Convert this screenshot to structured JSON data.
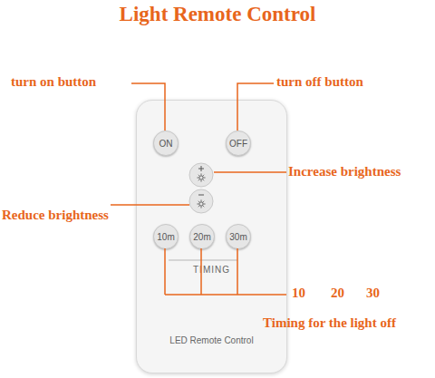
{
  "diagram": {
    "title": "Light Remote Control",
    "nodes": [
      {
        "text": [
          "TIMING",
          "LED Remote Control"
        ]
      },
      {
        "text": [
          "ON"
        ],
        "in": 0
      },
      {
        "text": [
          "OFF"
        ],
        "in": 0
      },
      {
        "text": [
          "10m"
        ],
        "in": 0
      },
      {
        "text": [
          "20m"
        ],
        "in": 0
      },
      {
        "text": [
          "30m"
        ],
        "in": 0
      }
    ],
    "labels": [
      "turn on button",
      "turn off button",
      "Increase brightness",
      "Reduce brightness",
      "10",
      "20",
      "30",
      "Timing for the light off"
    ]
  }
}
